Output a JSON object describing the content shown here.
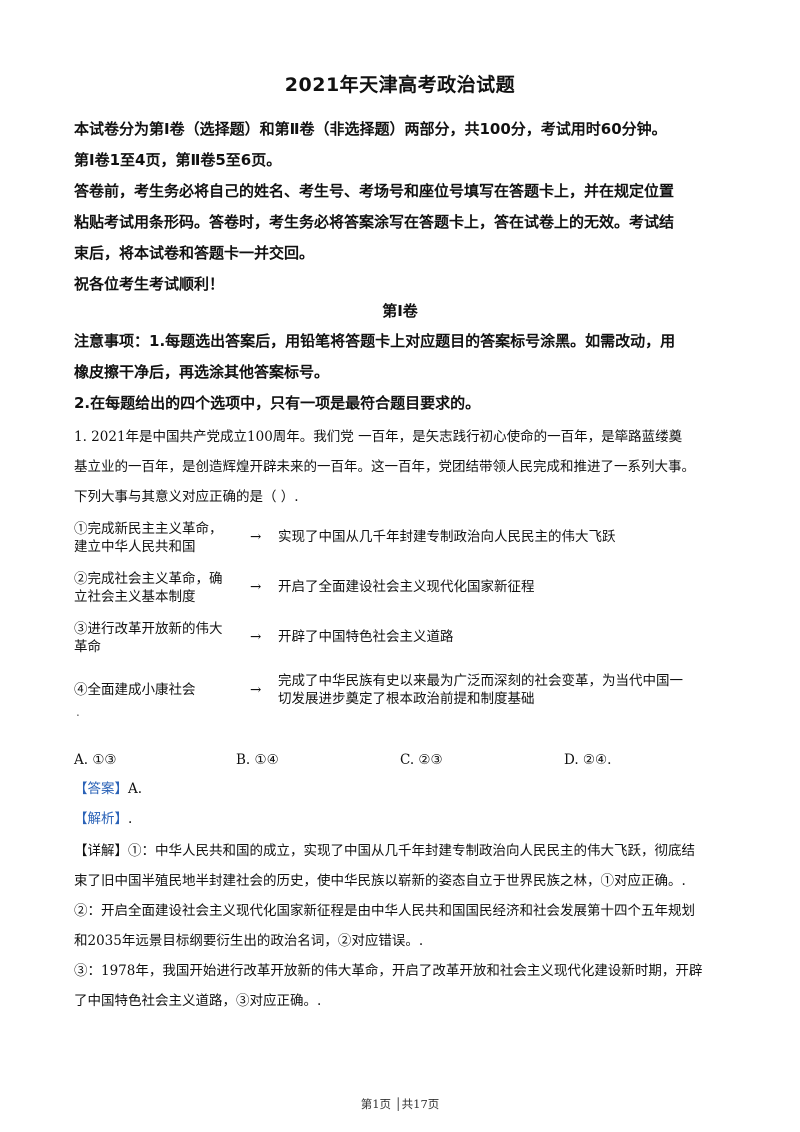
{
  "title": "2021年天津高考政治试题",
  "intro": {
    "line1": "本试卷分为第Ⅰ卷（选择题）和第Ⅱ卷（非选择题）两部分，共100分，考试用时60分钟。",
    "line2": "第Ⅰ卷1至4页，第Ⅱ卷5至6页。",
    "line3": "答卷前，考生务必将自己的姓名、考生号、考场号和座位号填写在答题卡上，并在规定位置",
    "line4": "粘贴考试用条形码。答卷时，考生务必将答案涂写在答题卡上，答在试卷上的无效。考试结",
    "line5": "束后，将本试卷和答题卡一并交回。",
    "line6": "祝各位考生考试顺利！"
  },
  "section": {
    "title": "第Ⅰ卷",
    "notice1": "注意事项：1.每题选出答案后，用铅笔将答题卡上对应题目的答案标号涂黑。如需改动，用",
    "notice2": "橡皮擦干净后，再选涂其他答案标号。",
    "notice3": "2.在每题给出的四个选项中，只有一项是最符合题目要求的。"
  },
  "question": {
    "stem1": "1.  2021年是中国共产党成立100周年。我们党   一百年，是矢志践行初心使命的一百年，是筚路蓝缕奠",
    "stem2": "基立业的一百年，是创造辉煌开辟未来的一百年。这一百年，党团结带领人民完成和推进了一系列大事。",
    "stem3": "下列大事与其意义对应正确的是（     ）.",
    "arrow": "→",
    "pairs": [
      {
        "event_a": "①完成新民主主义革命，",
        "event_b": "建立中华人民共和国",
        "meaning_a": "实现了中国从几千年封建专制政治向人民民主的伟大飞跃",
        "meaning_b": ""
      },
      {
        "event_a": "②完成社会主义革命，确",
        "event_b": "立社会主义基本制度",
        "meaning_a": "开启了全面建设社会主义现代化国家新征程",
        "meaning_b": ""
      },
      {
        "event_a": "③进行改革开放新的伟大",
        "event_b": "革命",
        "meaning_a": "开辟了中国特色社会主义道路",
        "meaning_b": ""
      },
      {
        "event_a": "④全面建成小康社会",
        "event_b": "",
        "meaning_a": "完成了中华民族有史以来最为广泛而深刻的社会变革，为当代中国一",
        "meaning_b": "切发展进步奠定了根本政治前提和制度基础"
      }
    ],
    "trail_dot": ".",
    "options": {
      "a": "A. ①③",
      "b": "B. ①④",
      "c": "C. ②③",
      "d": "D. ②④."
    }
  },
  "answer": {
    "tag": "【答案】",
    "value": "A."
  },
  "analysis": {
    "tag": "【解析】",
    "tag_suffix": ".",
    "detail_tag": "【详解】",
    "p1a": "①：中华人民共和国的成立，实现了中国从几千年封建专制政治向人民民主的伟大飞跃，彻底结",
    "p1b": "束了旧中国半殖民地半封建社会的历史，使中华民族以崭新的姿态自立于世界民族之林，①对应正确。.",
    "p2a": "②：开启全面建设社会主义现代化国家新征程是由中华人民共和国国民经济和社会发展第十四个五年规划",
    "p2b": "和2035年远景目标纲要衍生出的政治名词，②对应错误。.",
    "p3a": "③：1978年，我国开始进行改革开放新的伟大革命，开启了改革开放和社会主义现代化建设新时期，开辟",
    "p3b": "了中国特色社会主义道路，③对应正确。."
  },
  "footer": "第1页 │共17页"
}
